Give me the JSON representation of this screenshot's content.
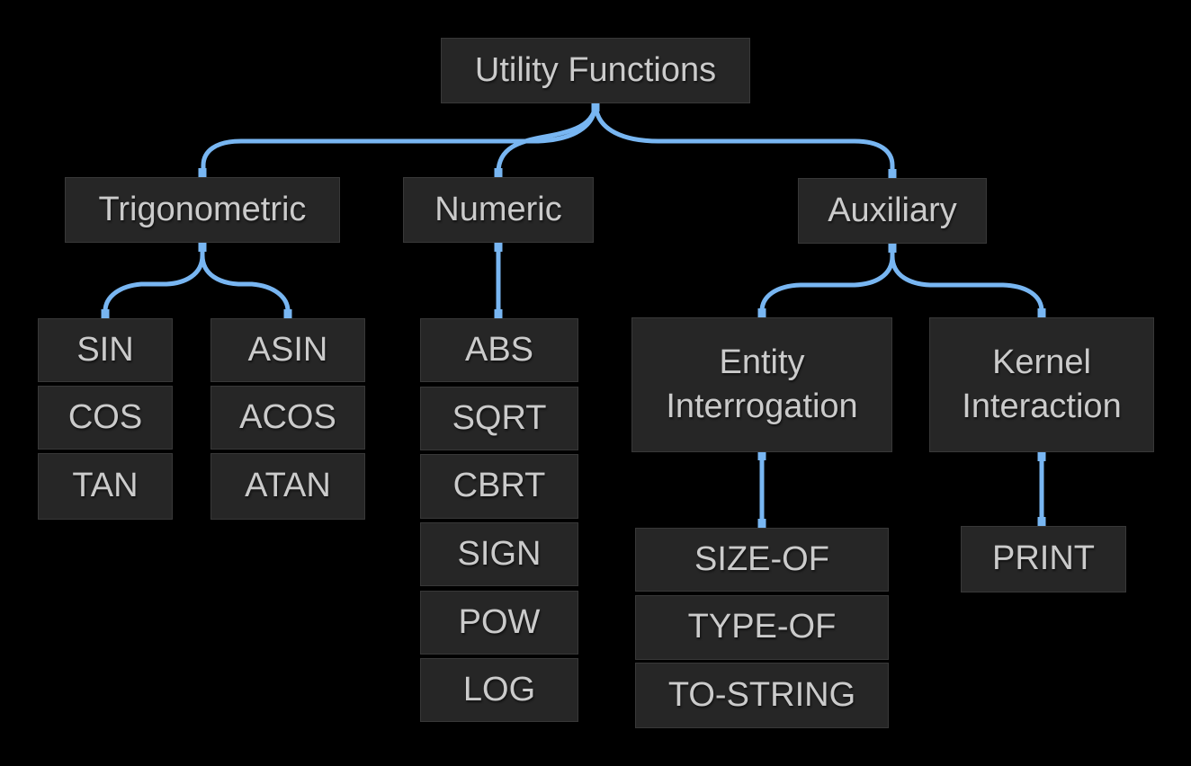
{
  "diagram": {
    "title_node": "Utility Functions",
    "categories": [
      {
        "label": "Trigonometric"
      },
      {
        "label": "Numeric"
      },
      {
        "label": "Auxiliary"
      }
    ],
    "trigonometric": {
      "col1": [
        "SIN",
        "COS",
        "TAN"
      ],
      "col2": [
        "ASIN",
        "ACOS",
        "ATAN"
      ]
    },
    "numeric": [
      "ABS",
      "SQRT",
      "CBRT",
      "SIGN",
      "POW",
      "LOG"
    ],
    "auxiliary": {
      "entity_interrogation": {
        "line1": "Entity",
        "line2": "Interrogation",
        "children": [
          "SIZE-OF",
          "TYPE-OF",
          "TO-STRING"
        ]
      },
      "kernel_interaction": {
        "line1": "Kernel",
        "line2": "Interaction",
        "children": [
          "PRINT"
        ]
      }
    },
    "colors": {
      "background": "#000000",
      "node_fill": "#262626",
      "node_border": "#383838",
      "text": "#cbcbcb",
      "edge": "#78b6f2"
    }
  }
}
